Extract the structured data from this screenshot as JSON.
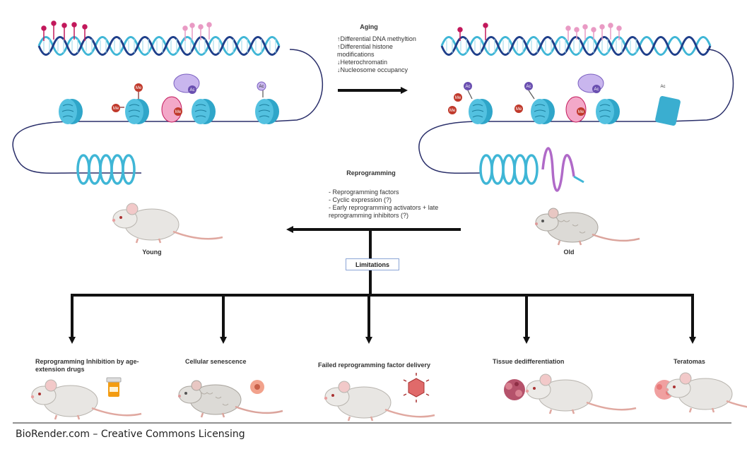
{
  "aging": {
    "title": "Aging",
    "lines": [
      "↑Differential DNA methyltion",
      "↑Differential histone",
      "modifications",
      "↓Heterochromatin",
      "↓Nucleosome occupancy"
    ]
  },
  "reprogramming": {
    "title": "Reprogramming",
    "lines": [
      "- Reprogramming factors",
      "- Cyclic expression (?)",
      "- Early reprogramming activators + late",
      "reprogramming inhibitors (?)"
    ]
  },
  "mice": {
    "young": "Young",
    "old": "Old"
  },
  "limitations": {
    "label": "Limitations",
    "items": [
      {
        "label": "Reprogramming Inhibition by age-extension drugs"
      },
      {
        "label": "Cellular senescence"
      },
      {
        "label": "Failed reprogramming factor delivery"
      },
      {
        "label": "Tissue dedifferentiation"
      },
      {
        "label": "Teratomas"
      }
    ]
  },
  "marks": {
    "me": "Me",
    "ac": "Ac"
  },
  "footer": "BioRender.com – Creative Commons Licensing",
  "colors": {
    "dna_light": "#3fb6d6",
    "dna_dark": "#1f3f8a",
    "nucleosome": "#4ab8d8",
    "methyl_red": "#c0392b",
    "pink_pin": "#c2185b",
    "light_pink_pin": "#e99ac4",
    "acetyl_purple": "#9b7fd6",
    "het_purple": "#b06ac8"
  }
}
